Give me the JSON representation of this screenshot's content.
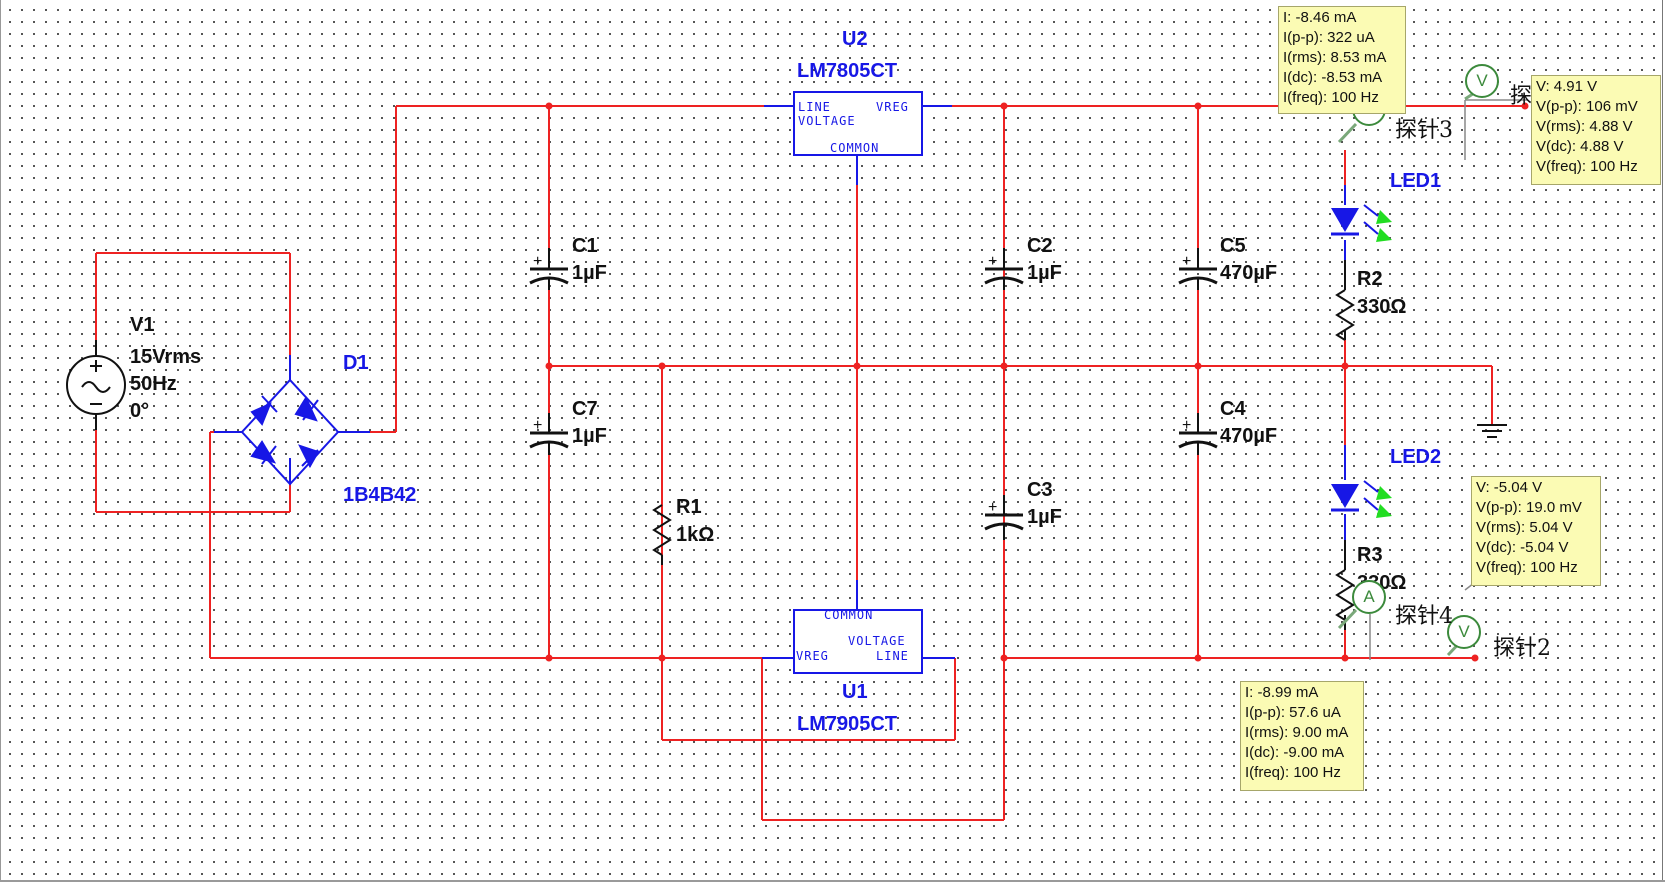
{
  "components": {
    "v1": {
      "ref": "V1",
      "voltage": "15Vrms",
      "freq": "50Hz",
      "phase": "0°"
    },
    "d1": {
      "ref": "D1",
      "model": "1B4B42"
    },
    "u2": {
      "ref": "U2",
      "model": "LM7805CT",
      "pin_line": "LINE",
      "pin_vreg": "VREG",
      "pin_voltage": "VOLTAGE",
      "pin_common": "COMMON"
    },
    "u1": {
      "ref": "U1",
      "model": "LM7905CT",
      "pin_line": "LINE",
      "pin_vreg": "VREG",
      "pin_voltage": "VOLTAGE",
      "pin_common": "COMMON"
    },
    "c1": {
      "ref": "C1",
      "value": "1µF"
    },
    "c2": {
      "ref": "C2",
      "value": "1µF"
    },
    "c3": {
      "ref": "C3",
      "value": "1µF"
    },
    "c4": {
      "ref": "C4",
      "value": "470µF"
    },
    "c5": {
      "ref": "C5",
      "value": "470µF"
    },
    "c7": {
      "ref": "C7",
      "value": "1µF"
    },
    "r1": {
      "ref": "R1",
      "value": "1kΩ"
    },
    "r2": {
      "ref": "R2",
      "value": "330Ω"
    },
    "r3": {
      "ref": "R3",
      "value": "330Ω"
    },
    "led1": {
      "ref": "LED1"
    },
    "led2": {
      "ref": "LED2"
    }
  },
  "probes": {
    "probe3": {
      "name": "探针3",
      "current": {
        "i": "I: -8.46 mA",
        "ipp": "I(p-p): 322 uA",
        "irms": "I(rms): 8.53 mA",
        "idc": "I(dc): -8.53 mA",
        "ifreq": "I(freq): 100 Hz"
      },
      "voltage": {
        "v": "V: 4.91 V",
        "vpp": "V(p-p): 106 mV",
        "vrms": "V(rms): 4.88 V",
        "vdc": "V(dc): 4.88 V",
        "vfreq": "V(freq): 100 Hz"
      }
    },
    "probe4": {
      "name": "探针4",
      "current": {
        "i": "I: -8.99 mA",
        "ipp": "I(p-p): 57.6 uA",
        "irms": "I(rms): 9.00 mA",
        "idc": "I(dc): -9.00 mA",
        "ifreq": "I(freq): 100 Hz"
      }
    },
    "probe2": {
      "name": "探针2",
      "voltage": {
        "v": "V: -5.04 V",
        "vpp": "V(p-p): 19.0 mV",
        "vrms": "V(rms): 5.04 V",
        "vdc": "V(dc): -5.04 V",
        "vfreq": "V(freq): 100 Hz"
      }
    },
    "icons": {
      "ammeter": "A",
      "voltmeter": "V"
    }
  },
  "colors": {
    "wire": "#ee2222",
    "component": "#1717e6",
    "text": "#111111",
    "tooltip_bg": "#fbfbb4",
    "probe": "#3c8a3c",
    "led_arrow": "#22dd22"
  }
}
